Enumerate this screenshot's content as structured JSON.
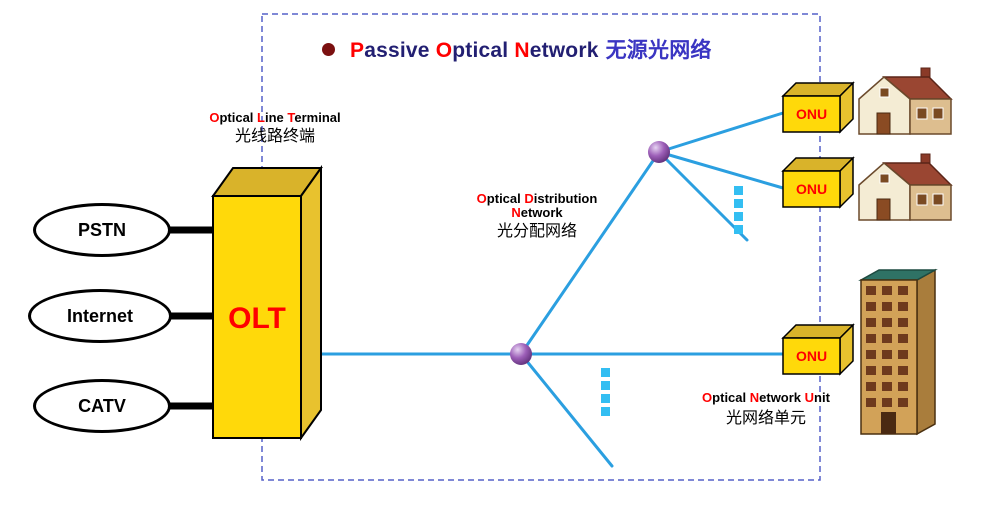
{
  "title": {
    "segments": [
      {
        "text": "P",
        "color": "#FF0000"
      },
      {
        "text": "assive ",
        "color": "#221F72"
      },
      {
        "text": "O",
        "color": "#FF0000"
      },
      {
        "text": "ptical ",
        "color": "#221F72"
      },
      {
        "text": "N",
        "color": "#FF0000"
      },
      {
        "text": "etwork",
        "color": "#221F72"
      },
      {
        "text": "无源光网络",
        "color": "#3A35C2"
      }
    ]
  },
  "labels": {
    "olt": {
      "en": [
        {
          "text": "O",
          "color": "#FF0000"
        },
        {
          "text": "ptical ",
          "color": "#000000"
        },
        {
          "text": "L",
          "color": "#FF0000"
        },
        {
          "text": "ine ",
          "color": "#000000"
        },
        {
          "text": "T",
          "color": "#FF0000"
        },
        {
          "text": "erminal",
          "color": "#000000"
        }
      ],
      "zh": "光线路终端"
    },
    "odn": {
      "line1": [
        {
          "text": "O",
          "color": "#FF0000"
        },
        {
          "text": "ptical ",
          "color": "#000000"
        },
        {
          "text": "D",
          "color": "#FF0000"
        },
        {
          "text": "istribution",
          "color": "#000000"
        }
      ],
      "line2": [
        {
          "text": "N",
          "color": "#FF0000"
        },
        {
          "text": "etwork",
          "color": "#000000"
        }
      ],
      "zh": "光分配网络"
    },
    "onu": {
      "en": [
        {
          "text": "O",
          "color": "#FF0000"
        },
        {
          "text": "ptical ",
          "color": "#000000"
        },
        {
          "text": "N",
          "color": "#FF0000"
        },
        {
          "text": "etwork ",
          "color": "#000000"
        },
        {
          "text": "U",
          "color": "#FF0000"
        },
        {
          "text": "nit",
          "color": "#000000"
        }
      ],
      "zh": "光网络单元"
    }
  },
  "nodes": {
    "pstn": "PSTN",
    "internet": "Internet",
    "catv": "CATV",
    "olt": "OLT",
    "onu1": "ONU",
    "onu2": "ONU",
    "onu3": "ONU"
  },
  "colors": {
    "fiber_line": "#2B9FE0",
    "ellipsis_dots": "#33BEF2",
    "box_yellow": "#FFD90A",
    "splitter_purple": "#8E44AD",
    "dashed_border": "#5560C8",
    "node_text_red": "#FF0000",
    "title_navy": "#221F72",
    "title_cjk_blue": "#3A35C2",
    "bullet_maroon": "#7B1010"
  },
  "icons": {
    "splitter1": "splitter-sphere",
    "splitter2": "splitter-sphere",
    "house1": "house",
    "house2": "house",
    "building": "office-building"
  }
}
